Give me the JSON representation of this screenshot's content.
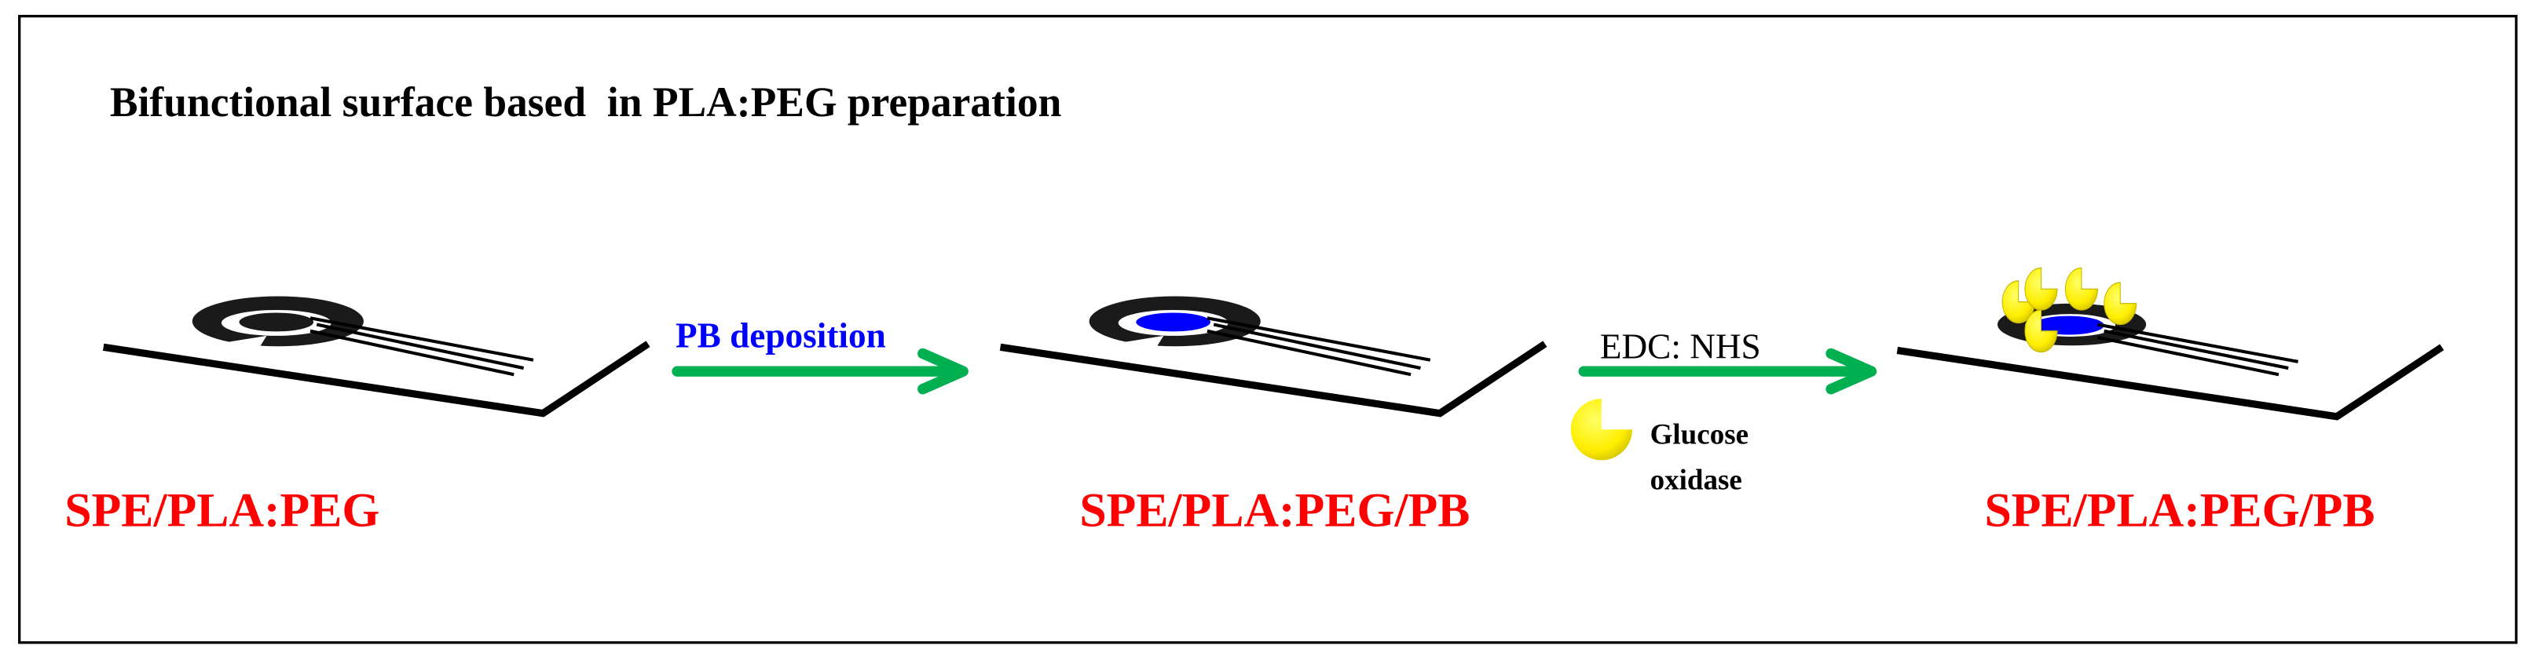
{
  "title": "Bifunctional surface based  in PLA:PEG preparation",
  "stages": [
    {
      "label": "SPE/PLA:PEG"
    },
    {
      "label": "SPE/PLA:PEG/PB"
    },
    {
      "label": "SPE/PLA:PEG/PB"
    }
  ],
  "steps": [
    {
      "label": "PB deposition"
    },
    {
      "label": "EDC: NHS"
    }
  ],
  "legend": {
    "icon": "pacman-enzyme-icon",
    "line1": "Glucose",
    "line2": "oxidase"
  },
  "colors": {
    "stage_label": "#ff0000",
    "step1_label": "#0000ff",
    "arrow": "#00b050",
    "prussian_blue": "#0000ff",
    "enzyme": "#ffee00",
    "electrode": "#1a1a1a"
  }
}
